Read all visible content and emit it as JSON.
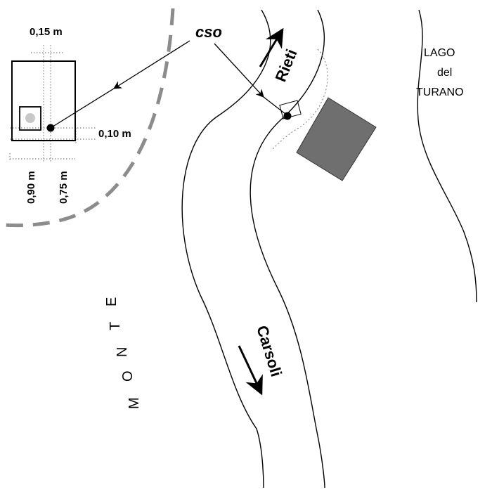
{
  "labels": {
    "cso": "cso",
    "lake": [
      "LAGO",
      "del",
      "TURANO"
    ],
    "monte": [
      "M",
      "O",
      "N",
      "T",
      "E"
    ],
    "road_north": "Rieti",
    "road_south": "Carsoli"
  },
  "dimensions": {
    "top": "0,15 m",
    "right": "0,10 m",
    "left_vertical": "0,90 m",
    "mid_vertical": "0,75 m"
  },
  "colors": {
    "building": "#6f6f6f",
    "dashed_boundary": "#8c8c8c",
    "inner_square_dot": "#c8c8c8",
    "line": "#000000"
  }
}
